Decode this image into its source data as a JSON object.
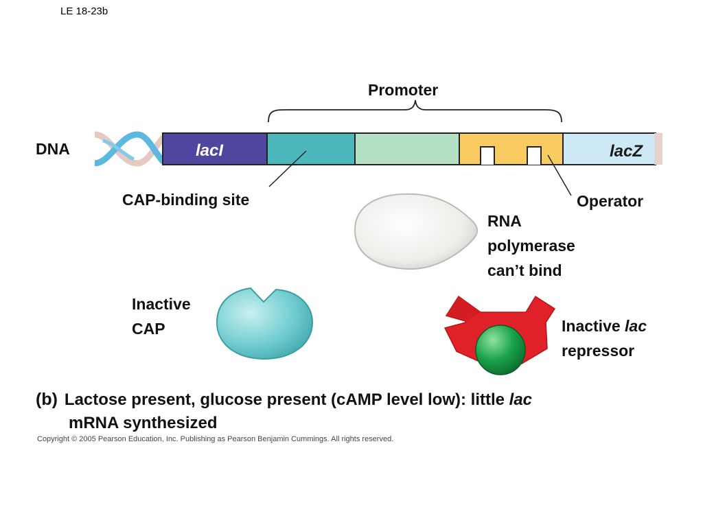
{
  "slide_id": "LE 18-23b",
  "labels": {
    "promoter": "Promoter",
    "dna": "DNA",
    "laci": "lacI",
    "lacz": "lacZ",
    "cap_binding_site": "CAP-binding site",
    "operator": "Operator",
    "rna_pol_line1": "RNA",
    "rna_pol_line2": "polymerase",
    "rna_pol_line3": "can’t bind",
    "inactive_cap_line1": "Inactive",
    "inactive_cap_line2": "CAP",
    "repressor_line1_a": "Inactive ",
    "repressor_line1_b": "lac",
    "repressor_line2": "repressor"
  },
  "caption": {
    "panel": "(b)",
    "text_a": "Lactose present, glucose present (cAMP level low): little ",
    "text_italic": "lac",
    "text_b": "mRNA synthesized"
  },
  "copyright": "Copyright © 2005 Pearson Education, Inc. Publishing as Pearson Benjamin Cummings. All rights reserved.",
  "colors": {
    "laci": "#4f46a0",
    "cap_site": "#4db8bc",
    "promoter_mid": "#b3e0c2",
    "operator": "#f8cc60",
    "lacz": "#cde9f5",
    "cap": "#6ccbcf",
    "repressor": "#e02228",
    "inducer": "#1aa24a"
  }
}
